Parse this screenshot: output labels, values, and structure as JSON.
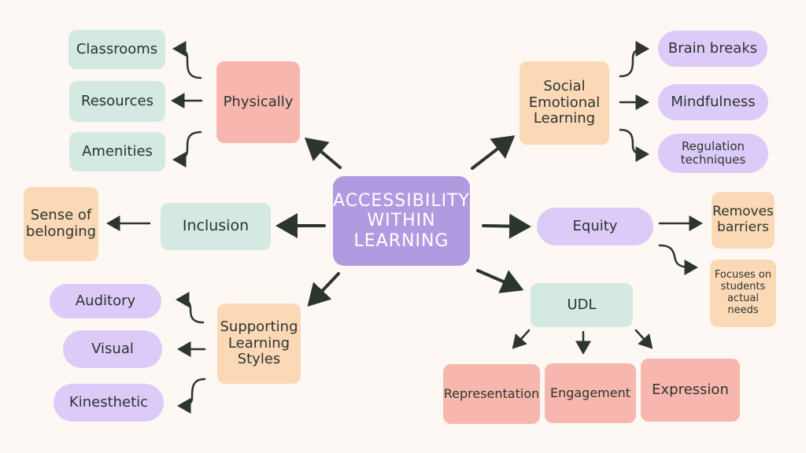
{
  "center": {
    "label": "ACCESSIBILITY\nWITHIN\nLEARNING"
  },
  "physically": {
    "label": "Physically",
    "children": {
      "classrooms": "Classrooms",
      "resources": "Resources",
      "amenities": "Amenities"
    }
  },
  "inclusion": {
    "label": "Inclusion",
    "children": {
      "belonging": "Sense of\nbelonging"
    }
  },
  "supporting": {
    "label": "Supporting\nLearning\nStyles",
    "children": {
      "auditory": "Auditory",
      "visual": "Visual",
      "kinesthetic": "Kinesthetic"
    }
  },
  "sel": {
    "label": "Social\nEmotional\nLearning",
    "children": {
      "brain_breaks": "Brain breaks",
      "mindfulness": "Mindfulness",
      "regulation": "Regulation\ntechniques"
    }
  },
  "equity": {
    "label": "Equity",
    "children": {
      "barriers": "Removes\nbarriers",
      "needs": "Focuses on\nstudents\nactual\nneeds"
    }
  },
  "udl": {
    "label": "UDL",
    "children": {
      "representation": "Representation",
      "engagement": "Engagement",
      "expression": "Expression"
    }
  },
  "colors": {
    "teal": "#d3e9e1",
    "pink": "#f7b6ae",
    "peach": "#fbd8b6",
    "lavender": "#dccbf8",
    "purple": "#b09be0",
    "arrow": "#2c3530"
  }
}
